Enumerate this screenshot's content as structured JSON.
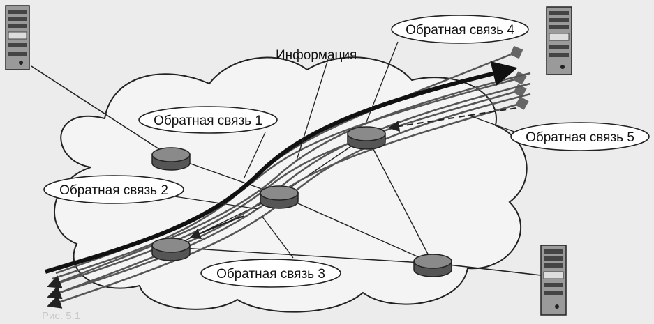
{
  "diagram": {
    "info_label": "Информация",
    "feedback_labels": [
      "Обратная связь 1",
      "Обратная связь 2",
      "Обратная связь 3",
      "Обратная связь 4",
      "Обратная связь 5"
    ],
    "caption": "Рис. 5.1"
  },
  "colors": {
    "background": "#ececec",
    "cloud_fill": "#f4f4f4",
    "line": "#222222",
    "router_top": "#8a8a8a",
    "router_side": "#555555",
    "flow_gray": "#555555"
  }
}
